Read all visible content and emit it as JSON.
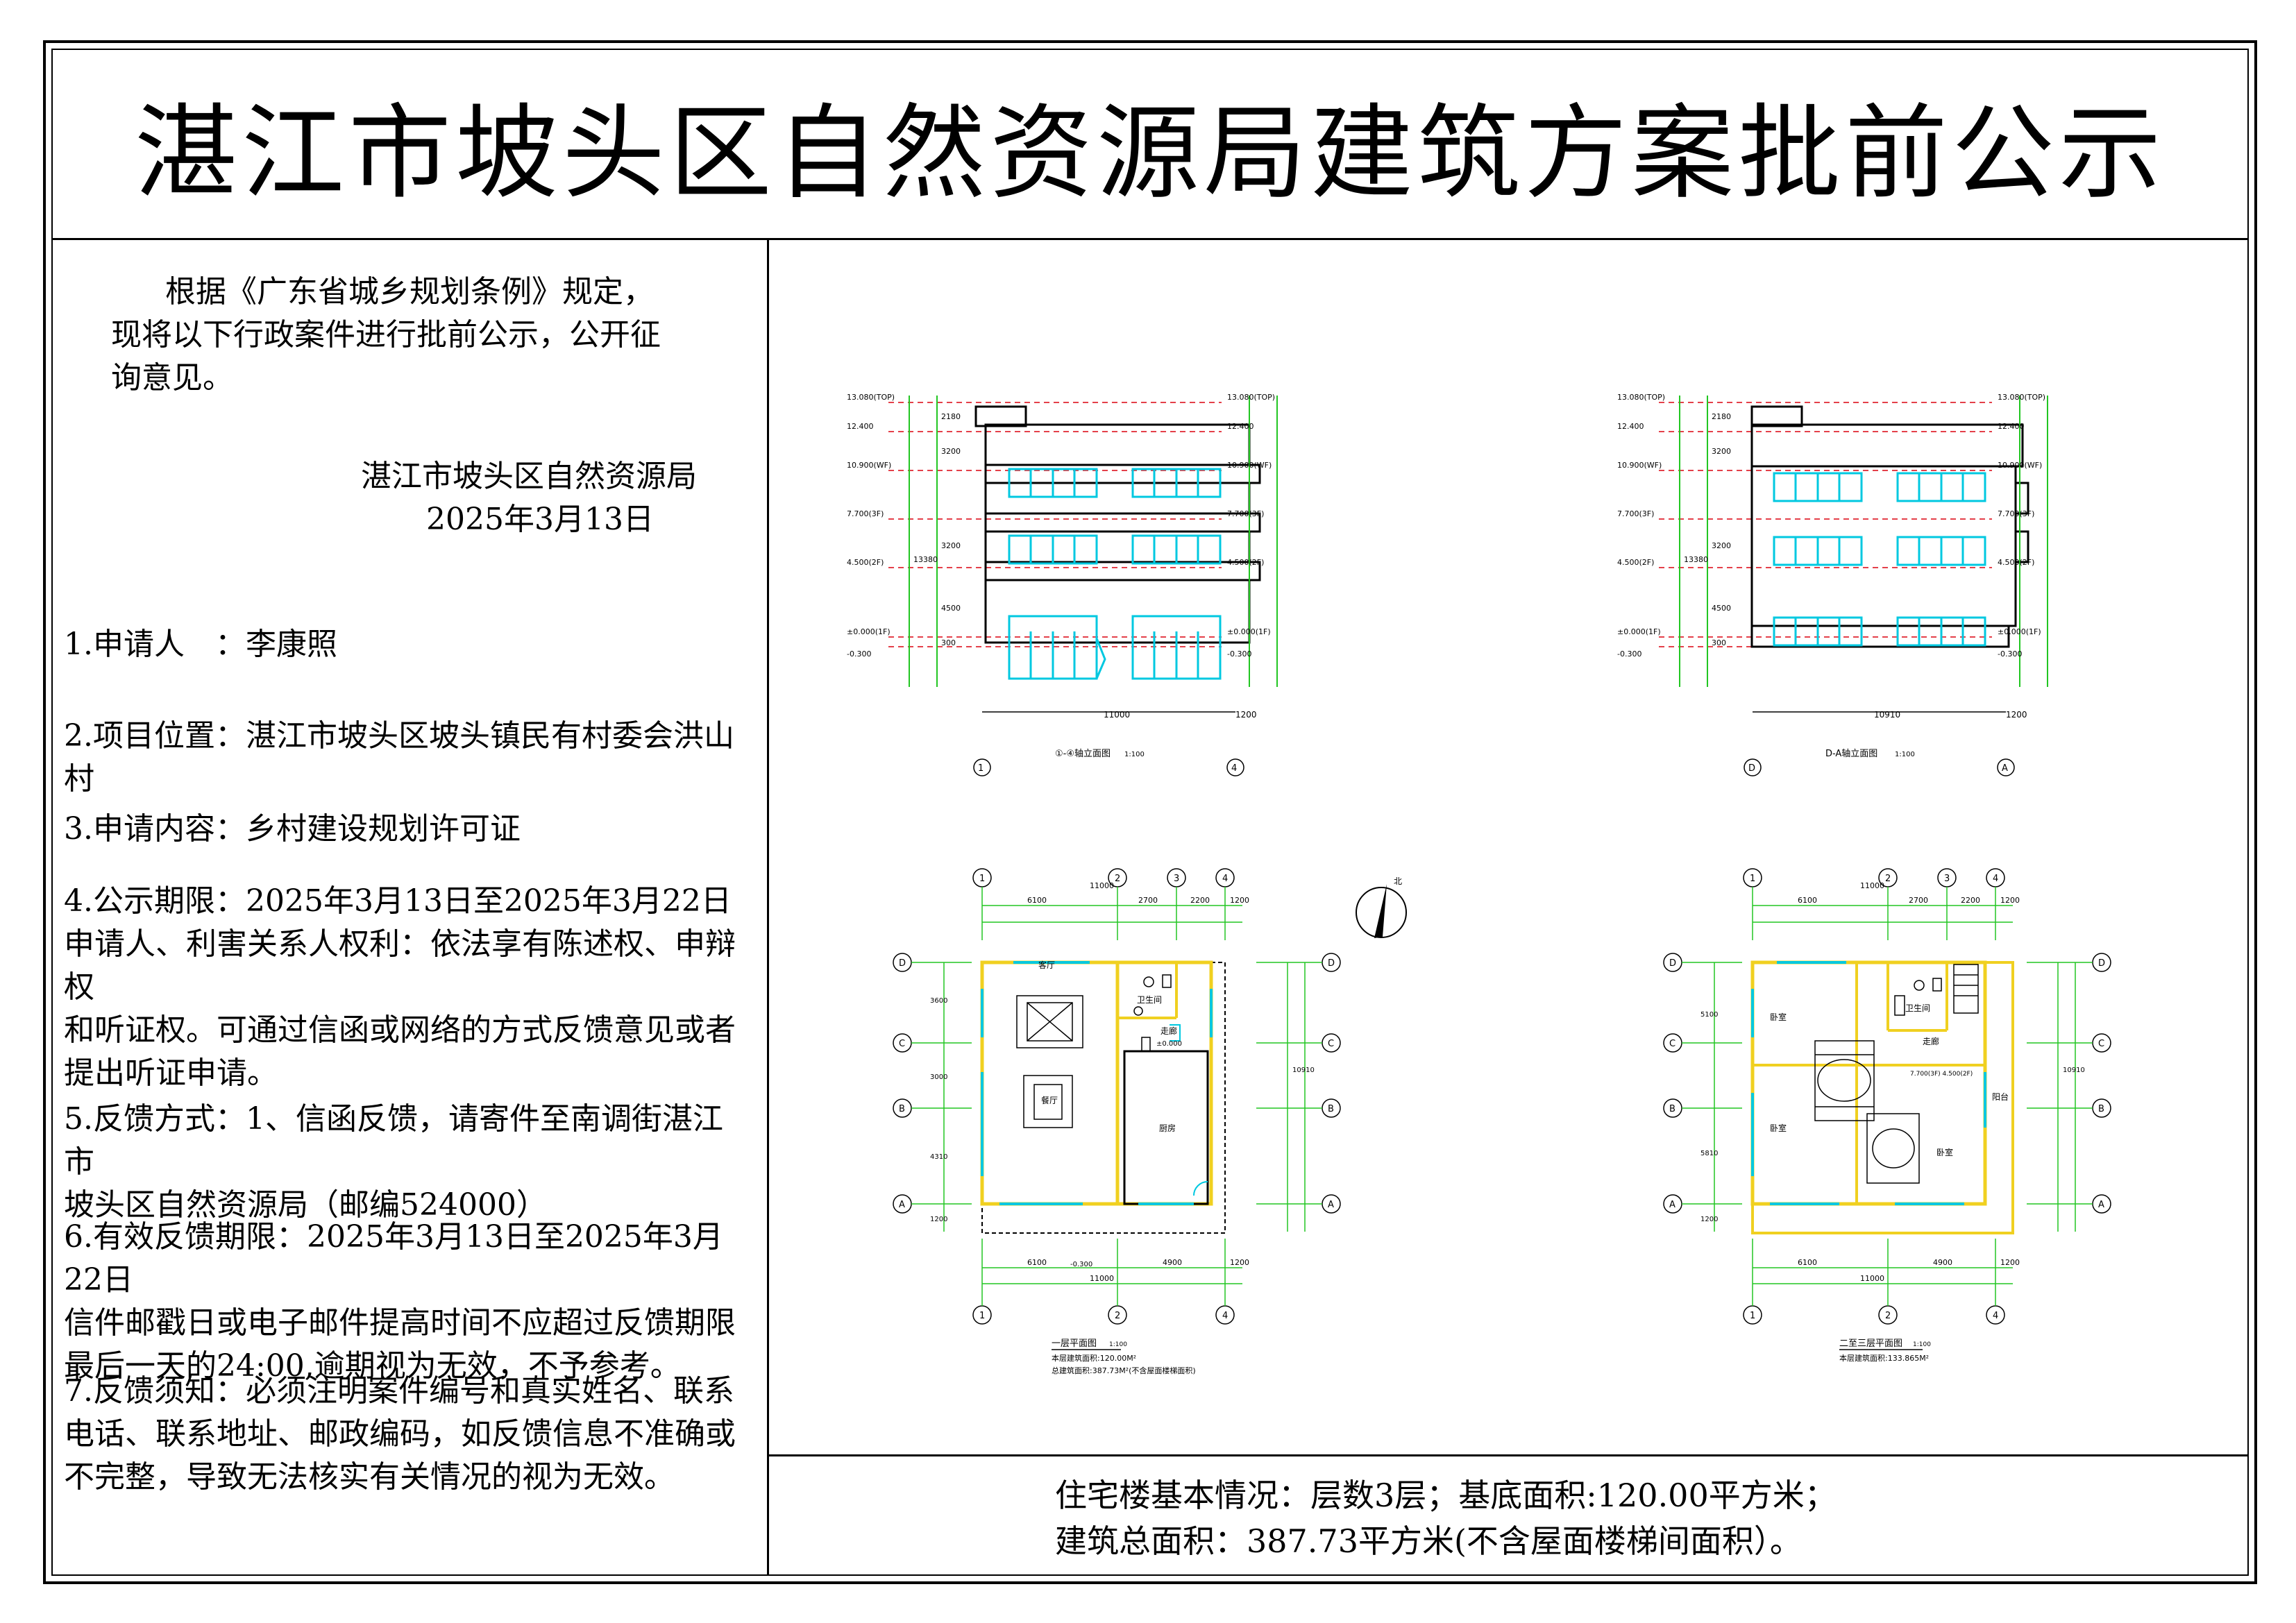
{
  "title": "湛江市坡头区自然资源局建筑方案批前公示",
  "intro": {
    "line1": "根据《广东省城乡规划条例》规定，",
    "line2": "现将以下行政案件进行批前公示，公开征",
    "line3": "询意见。"
  },
  "issuer": {
    "name": "湛江市坡头区自然资源局",
    "date": "2025年3月13日"
  },
  "items": {
    "applicant": "1.申请人　：李康照",
    "location": "2.项目位置：湛江市坡头区坡头镇民有村委会洪山村",
    "content": "3.申请内容：乡村建设规划许可证",
    "period_l1": "4.公示期限：2025年3月13日至2025年3月22日",
    "period_l2": "申请人、利害关系人权利：依法享有陈述权、申辩权",
    "period_l3": "和听证权。可通过信函或网络的方式反馈意见或者",
    "period_l4": "提出听证申请。",
    "feedback_l1": "5.反馈方式：1、信函反馈，请寄件至南调街湛江市",
    "feedback_l2": "坡头区自然资源局（邮编524000）",
    "valid_l1": "6.有效反馈期限：2025年3月13日至2025年3月22日",
    "valid_l2": "信件邮戳日或电子邮件提高时间不应超过反馈期限",
    "valid_l3": "最后一天的24:00,逾期视为无效，不予参考。",
    "notice_l1": "7.反馈须知：必须注明案件编号和真实姓名、联系",
    "notice_l2": "电话、联系地址、邮政编码，如反馈信息不准确或",
    "notice_l3": "不完整，导致无法核实有关情况的视为无效。"
  },
  "summary": {
    "line1": "住宅楼基本情况：层数3层；基底面积:120.00平方米；",
    "line2": "建筑总面积：387.73平方米(不含屋面楼梯间面积）。"
  },
  "drawings": {
    "elev1": {
      "caption": "①-④轴立面图",
      "scale": "1:100",
      "levels": [
        "13.080(TOP)",
        "12.400",
        "10.900(WF)",
        "7.700(3F)",
        "4.500(2F)",
        "±0.000(1F)",
        "-0.300"
      ],
      "dims_left": [
        "2180",
        "3200",
        "3200",
        "4500",
        "300"
      ],
      "total": "13380",
      "bottom_dims": [
        "11000",
        "1200"
      ],
      "axes": [
        "1",
        "4"
      ]
    },
    "elev2": {
      "caption": "D-A轴立面图",
      "scale": "1:100",
      "levels": [
        "13.080(TOP)",
        "12.400",
        "10.900(WF)",
        "7.700(3F)",
        "4.500(2F)",
        "±0.000(1F)",
        "-0.300"
      ],
      "dims_left": [
        "2180",
        "3200",
        "3200",
        "4500",
        "300"
      ],
      "total": "13380",
      "bottom_dims": [
        "10910",
        "1200"
      ],
      "axes": [
        "D",
        "A"
      ]
    },
    "plan1": {
      "caption": "一层平面图",
      "scale": "1:100",
      "area_l1": "本层建筑面积:120.00M²",
      "area_l2": "总建筑面积:387.73M²(不含屋面楼梯面积)",
      "rooms": [
        "客厅",
        "卫生间",
        "走廊",
        "餐厅",
        "厨房"
      ],
      "level": "±0.000",
      "outside_level": "-0.300",
      "top_dims": [
        "6100",
        "2700",
        "2200",
        "1200"
      ],
      "top_total": "11000",
      "bottom_dims": [
        "6100",
        "4900",
        "1200"
      ],
      "bottom_total": "11000",
      "side_dims": [
        "3600",
        "3000",
        "4310",
        "1200"
      ],
      "side_total": "10910",
      "col_axes": [
        "1",
        "2",
        "3",
        "4"
      ],
      "row_axes": [
        "D",
        "C",
        "B",
        "A"
      ]
    },
    "plan2": {
      "caption": "二至三层平面图",
      "scale": "1:100",
      "area_l1": "本层建筑面积:133.865M²",
      "rooms": [
        "卧室",
        "卫生间",
        "走廊",
        "卧室",
        "阳台",
        "卧室"
      ],
      "levels": "7.700(3F) 4.500(2F)",
      "top_dims": [
        "6100",
        "2700",
        "2200",
        "1200"
      ],
      "top_total": "11000",
      "bottom_dims": [
        "6100",
        "4900",
        "1200"
      ],
      "bottom_total": "11000",
      "side_dims": [
        "5100",
        "5810",
        "1200"
      ],
      "side_total": "10910",
      "col_axes": [
        "1",
        "2",
        "3",
        "4"
      ],
      "row_axes": [
        "D",
        "C",
        "B",
        "A"
      ]
    },
    "north": "北"
  }
}
